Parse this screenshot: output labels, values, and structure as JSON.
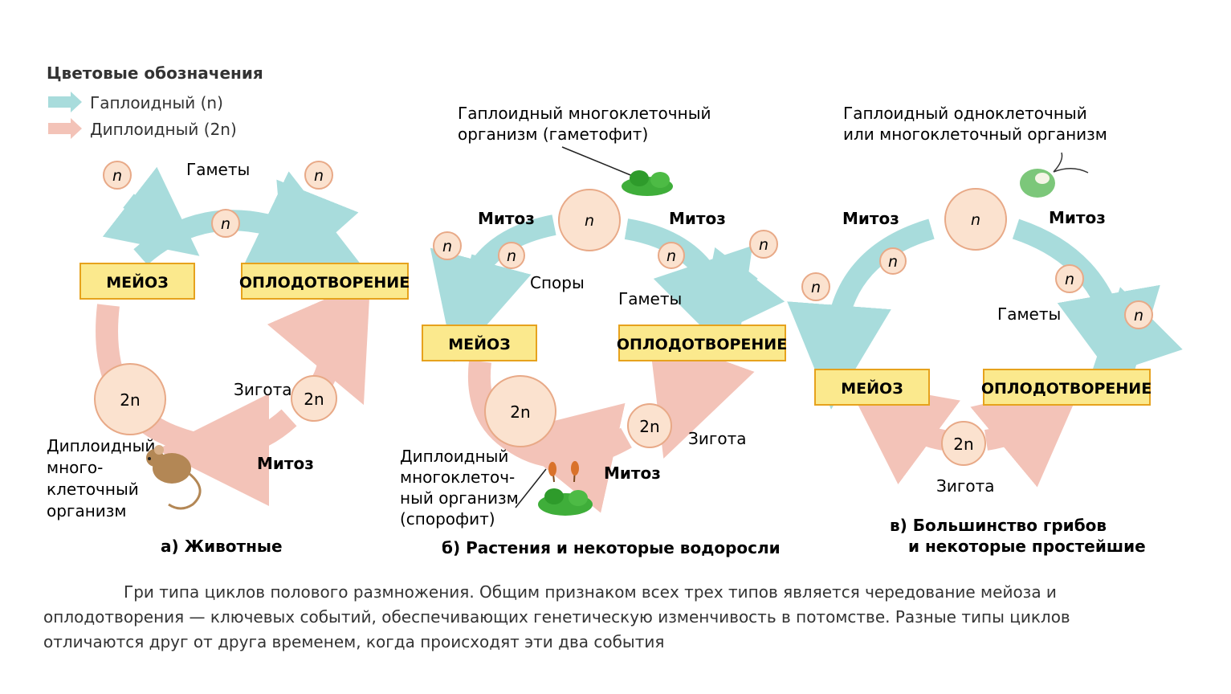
{
  "legend": {
    "title": "Цветовые обозначения",
    "haploid": "Гаплоидный (n)",
    "diploid": "Диплоидный (2n)"
  },
  "colors": {
    "haploid": "#a8dcdc",
    "diploid": "#f3c3b8",
    "box": "#fbe98d",
    "box_border": "#e6a21d",
    "cell": "#fbe2cf",
    "cell_border": "#e8a987"
  },
  "diagram_a": {
    "gametes": "Гаметы",
    "n": "n",
    "n2": "2n",
    "meiosis": "МЕЙОЗ",
    "fertilization": "ОПЛОДОТВОРЕНИЕ",
    "zygote": "Зигота",
    "mitosis": "Митоз",
    "organism_l1": "Диплоидный",
    "organism_l2": "много-",
    "organism_l3": "клеточный",
    "organism_l4": "организм",
    "title": "а) Животные"
  },
  "diagram_b": {
    "top_label_l1": "Гаплоидный многоклеточный",
    "top_label_l2": "организм (гаметофит)",
    "mitosis_left": "Митоз",
    "mitosis_right": "Митоз",
    "spores": "Споры",
    "gametes": "Гаметы",
    "meiosis": "МЕЙОЗ",
    "fertilization": "ОПЛОДОТВОРЕНИЕ",
    "zygote": "Зигота",
    "mitosis_bottom": "Митоз",
    "organism_l1": "Диплоидный",
    "organism_l2": "многоклеточ-",
    "organism_l3": "ный организм",
    "organism_l4": "(спорофит)",
    "n": "n",
    "n2": "2n",
    "title": "б) Растения и некоторые водоросли"
  },
  "diagram_c": {
    "top_label_l1": "Гаплоидный одноклеточный",
    "top_label_l2": "или многоклеточный организм",
    "mitosis_left": "Митоз",
    "mitosis_right": "Митоз",
    "gametes": "Гаметы",
    "meiosis": "МЕЙОЗ",
    "fertilization": "ОПЛОДОТВОРЕНИЕ",
    "zygote": "Зигота",
    "n": "n",
    "n2": "2n",
    "title_l1": "в) Большинство грибов",
    "title_l2": "и некоторые простейшие"
  },
  "caption": "Гри типа циклов полового размножения. Общим признаком всех трех типов является чередование мейоза и оплодотворения — ключевых событий, обеспечивающих генетическую изменчивость в потомстве. Разные типы циклов отличаются друг от друга временем, когда происходят эти два события"
}
